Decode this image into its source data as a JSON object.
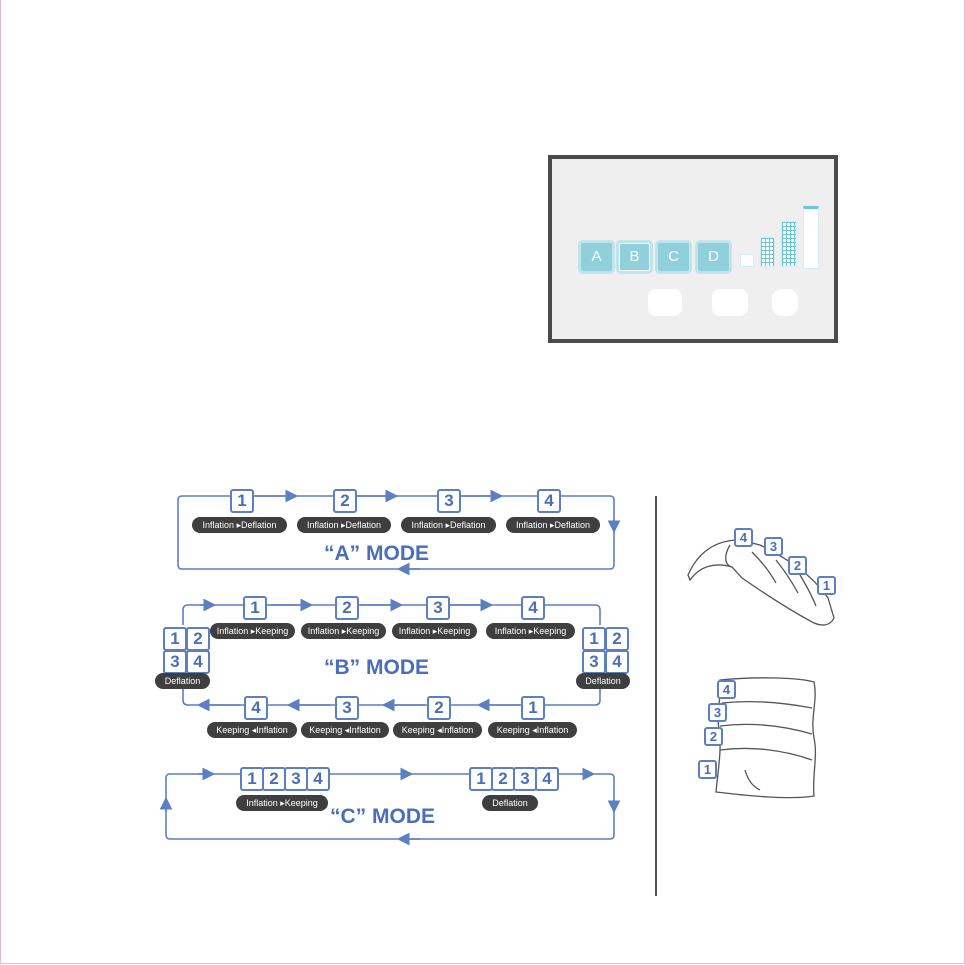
{
  "panel": {
    "mode_keys": [
      "A",
      "B",
      "C",
      "D"
    ]
  },
  "steps": [
    "1",
    "2",
    "3",
    "4"
  ],
  "mode_a": {
    "title": "“A” MODE",
    "step_label": "Inflation ▸Deflation"
  },
  "mode_b": {
    "title": "“B” MODE",
    "top_label": "Inflation ▸Keeping",
    "bottom_label": "Keeping  ◂Inflation",
    "side_label": "Deflation"
  },
  "mode_c": {
    "title": "“C” MODE",
    "left_label": "Inflation ▸Keeping",
    "right_label": "Deflation"
  },
  "colors": {
    "flow": "#5b7fc0",
    "key": "#8fd0dc",
    "pill": "#3f3f3f"
  }
}
